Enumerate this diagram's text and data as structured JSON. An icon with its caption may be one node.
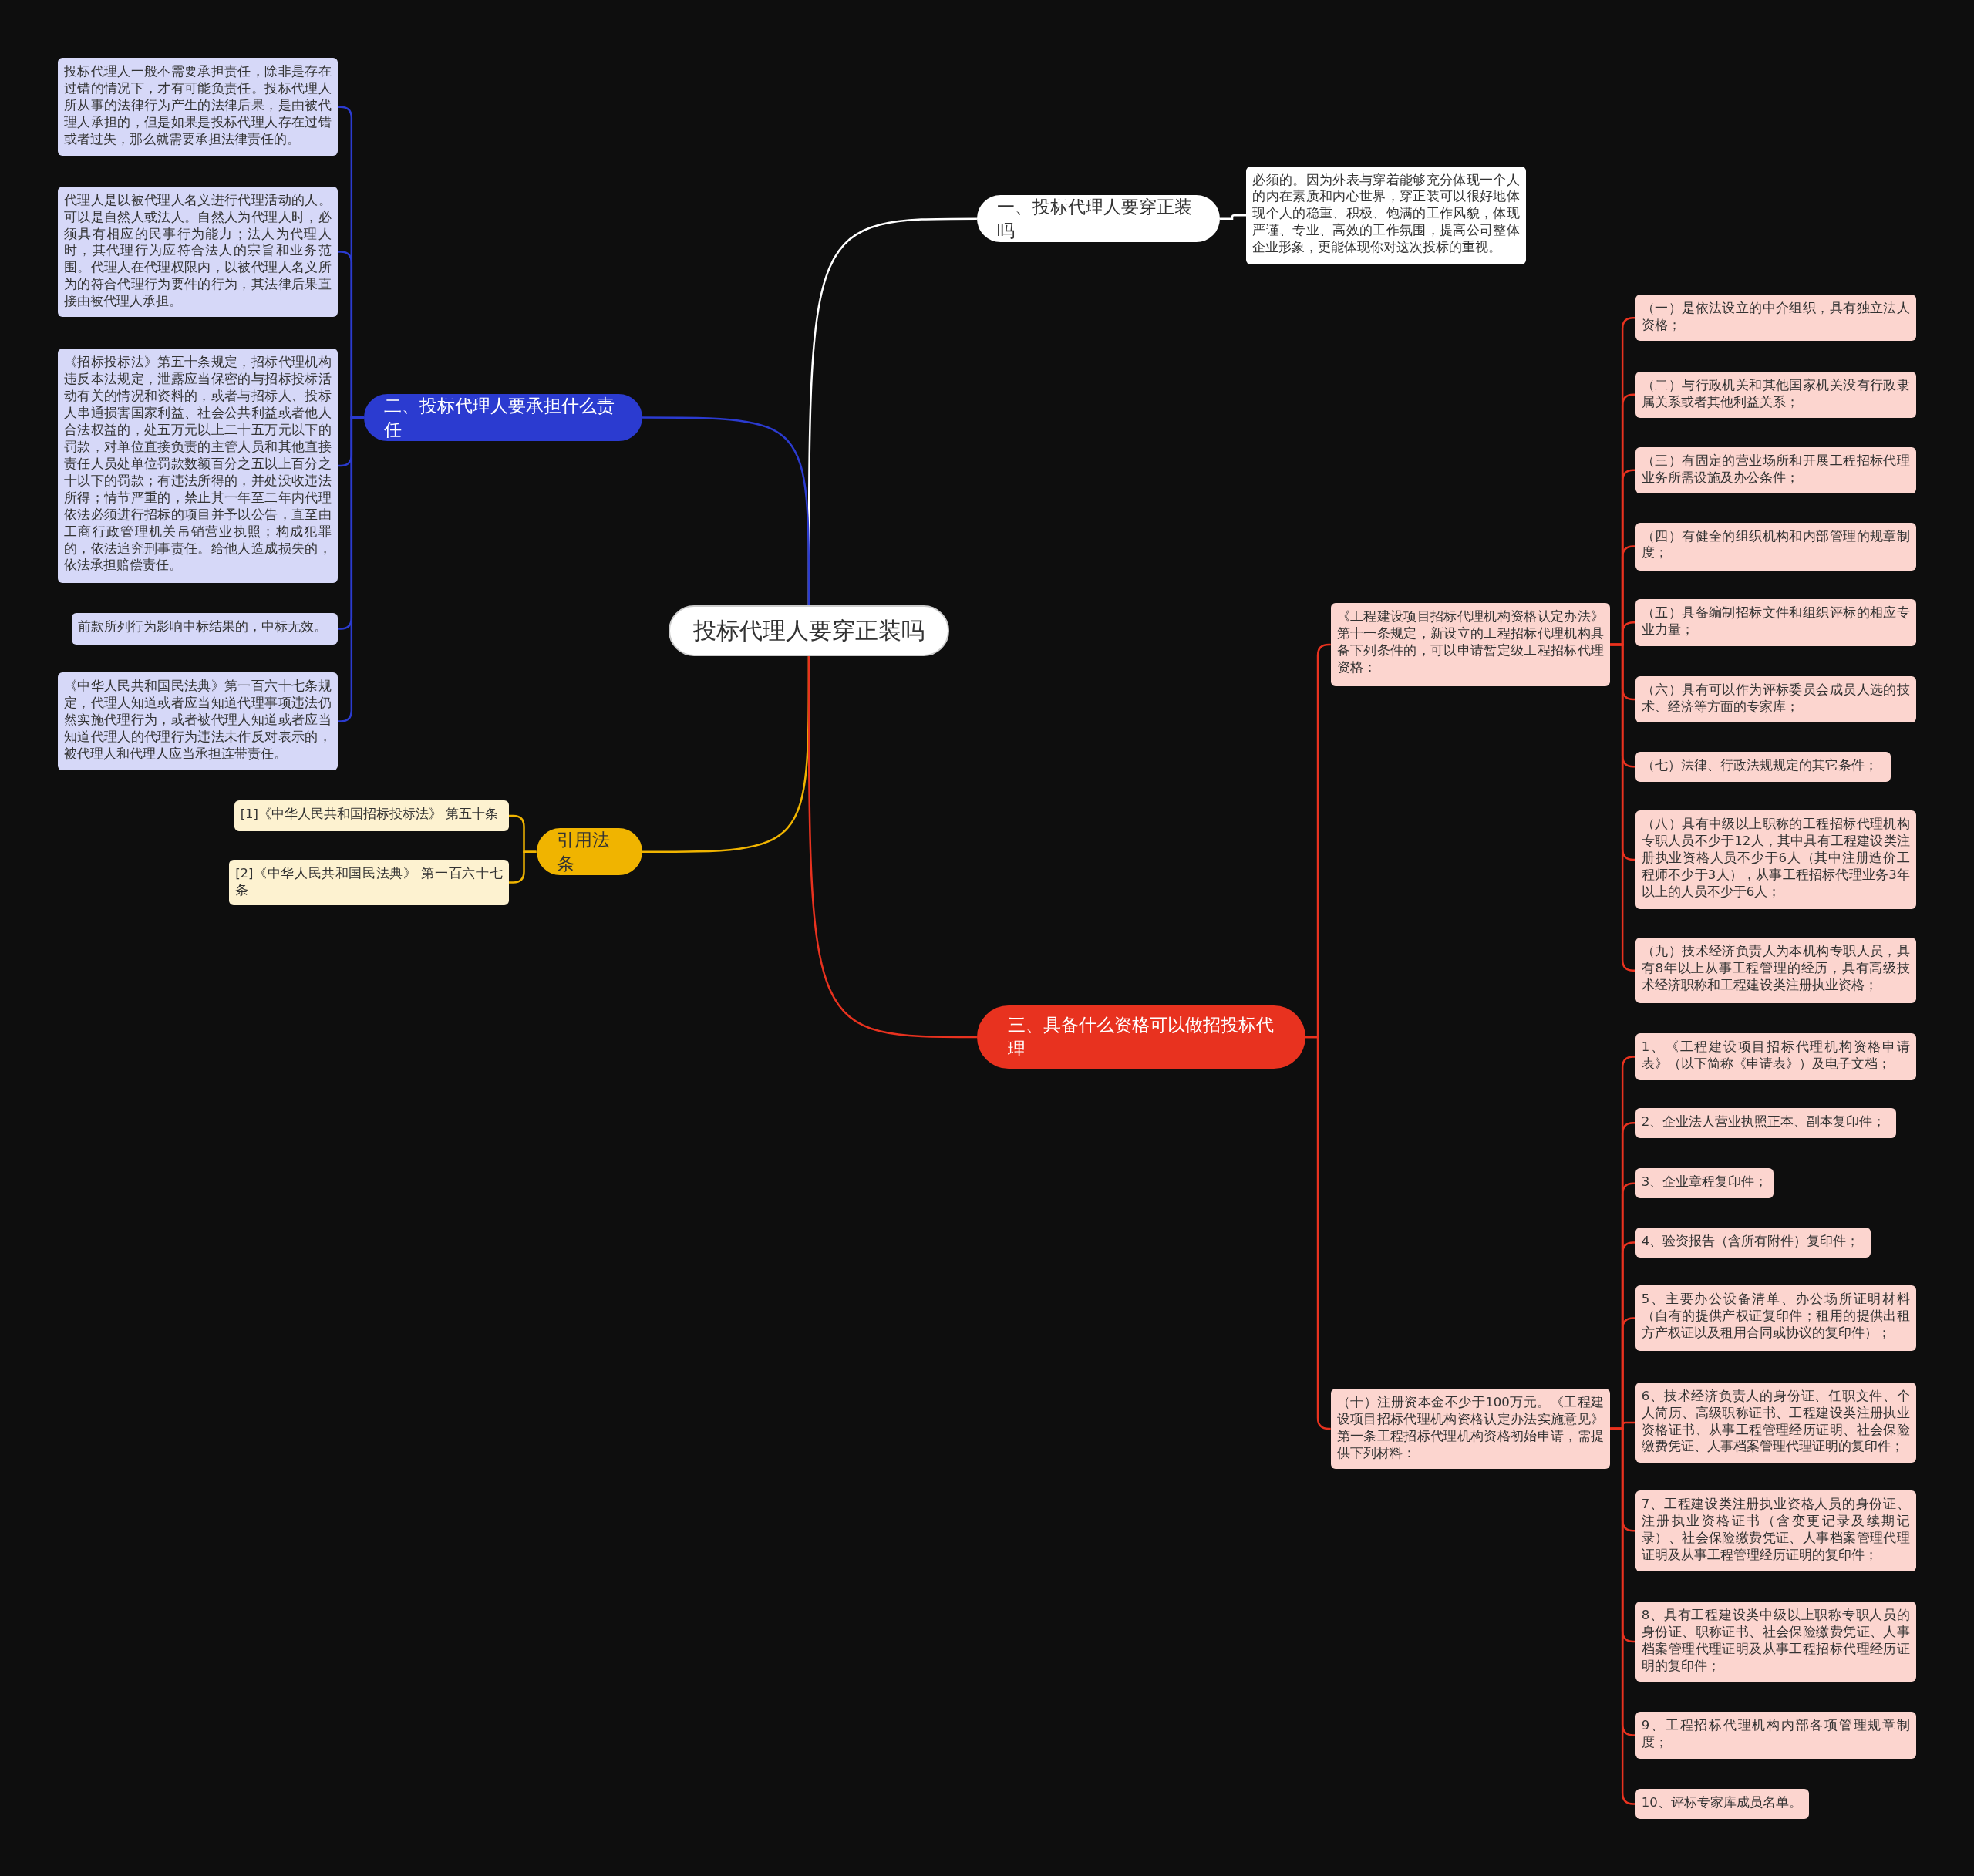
{
  "diagram": {
    "nodes": [
      {
        "text": [
          "投标代理人要穿正装吗"
        ]
      },
      {
        "text": [
          "一、投标代理人要穿正装吗"
        ]
      },
      {
        "text": [
          "必须的。因为外表与穿着能够充分体现一个人的内在素质和内心世界，穿正装可以很好地体现个人的稳重、积极、饱满的工作风貌，体现严谨、专业、高效的工作氛围，提高公司整体企业形象，更能体现你对这次投标的重视。"
        ]
      },
      {
        "text": [
          "二、投标代理人要承担什么责任"
        ]
      },
      {
        "text": [
          "投标代理人一般不需要承担责任，除非是存在过错的情况下，才有可能负责任。投标代理人所从事的法律行为产生的法律后果，是由被代理人承担的，但是如果是投标代理人存在过错或者过失，那么就需要承担法律责任的。"
        ]
      },
      {
        "text": [
          "代理人是以被代理人名义进行代理活动的人。可以是自然人或法人。自然人为代理人时，必须具有相应的民事行为能力；法人为代理人时，其代理行为应符合法人的宗旨和业务范围。代理人在代理权限内，以被代理人名义所为的符合代理行为要件的行为，其法律后果直接由被代理人承担。"
        ]
      },
      {
        "text": [
          "《招标投标法》第五十条规定，招标代理机构违反本法规定，泄露应当保密的与招标投标活动有关的情况和资料的，或者与招标人、投标人串通损害国家利益、社会公共利益或者他人合法权益的，处五万元以上二十五万元以下的罚款，对单位直接负责的主管人员和其他直接责任人员处单位罚款数额百分之五以上百分之十以下的罚款；有违法所得的，并处没收违法所得；情节严重的，禁止其一年至二年内代理依法必须进行招标的项目并予以公告，直至由工商行政管理机关吊销营业执照；构成犯罪的，依法追究刑事责任。给他人造成损失的，依法承担赔偿责任。"
        ]
      },
      {
        "text": [
          "前款所列行为影响中标结果的，中标无效。"
        ]
      },
      {
        "text": [
          "《中华人民共和国民法典》第一百六十七条规定，代理人知道或者应当知道代理事项违法仍然实施代理行为，或者被代理人知道或者应当知道代理人的代理行为违法未作反对表示的，被代理人和代理人应当承担连带责任。"
        ]
      },
      {
        "text": [
          "引用法条"
        ]
      },
      {
        "text": [
          "[1]《中华人民共和国招标投标法》 第五十条"
        ]
      },
      {
        "text": [
          "[2]《中华人民共和国民法典》 第一百六十七条"
        ]
      },
      {
        "text": [
          "三、具备什么资格可以做招投标代理"
        ]
      },
      {
        "text": [
          "《工程建设项目招标代理机构资格认定办法》第十一条规定，新设立的工程招标代理机构具备下列条件的，可以申请暂定级工程招标代理资格："
        ]
      },
      {
        "text": [
          "（一）是依法设立的中介组织，具有独立法人资格；"
        ]
      },
      {
        "text": [
          "（二）与行政机关和其他国家机关没有行政隶属关系或者其他利益关系；"
        ]
      },
      {
        "text": [
          "（三）有固定的营业场所和开展工程招标代理业务所需设施及办公条件；"
        ]
      },
      {
        "text": [
          "（四）有健全的组织机构和内部管理的规章制度；"
        ]
      },
      {
        "text": [
          "（五）具备编制招标文件和组织评标的相应专业力量；"
        ]
      },
      {
        "text": [
          "（六）具有可以作为评标委员会成员人选的技术、经济等方面的专家库；"
        ]
      },
      {
        "text": [
          "（七）法律、行政法规规定的其它条件；"
        ]
      },
      {
        "text": [
          "（八）具有中级以上职称的工程招标代理机构专职人员不少于12人，其中具有工程建设类注册执业资格人员不少于6人（其中注册造价工程师不少于3人），从事工程招标代理业务3年以上的人员不少于6人；"
        ]
      },
      {
        "text": [
          "（九）技术经济负责人为本机构专职人员，具有8年以上从事工程管理的经历，具有高级技术经济职称和工程建设类注册执业资格；"
        ]
      },
      {
        "text": [
          "（十）注册资本金不少于100万元。《工程建设项目招标代理机构资格认定办法实施意见》第一条工程招标代理机构资格初始申请，需提供下列材料："
        ]
      },
      {
        "text": [
          "1、《工程建设项目招标代理机构资格申请表》（以下简称《申请表》）及电子文档；"
        ]
      },
      {
        "text": [
          "2、企业法人营业执照正本、副本复印件；"
        ]
      },
      {
        "text": [
          "3、企业章程复印件；"
        ]
      },
      {
        "text": [
          "4、验资报告（含所有附件）复印件；"
        ]
      },
      {
        "text": [
          "5、主要办公设备清单、办公场所证明材料（自有的提供产权证复印件；租用的提供出租方产权证以及租用合同或协议的复印件）；"
        ]
      },
      {
        "text": [
          "6、技术经济负责人的身份证、任职文件、个人简历、高级职称证书、工程建设类注册执业资格证书、从事工程管理经历证明、社会保险缴费凭证、人事档案管理代理证明的复印件；"
        ]
      },
      {
        "text": [
          "7、工程建设类注册执业资格人员的身份证、注册执业资格证书（含变更记录及续期记录）、社会保险缴费凭证、人事档案管理代理证明及从事工程管理经历证明的复印件；"
        ]
      },
      {
        "text": [
          "8、具有工程建设类中级以上职称专职人员的身份证、职称证书、社会保险缴费凭证、人事档案管理代理证明及从事工程招标代理经历证明的复印件；"
        ]
      },
      {
        "text": [
          "9、工程招标代理机构内部各项管理规章制度；"
        ]
      },
      {
        "text": [
          "10、评标专家库成员名单。"
        ]
      }
    ],
    "edges": [
      {
        "from": 0,
        "to": 1,
        "arrow": "none",
        "color": "#ffffff"
      },
      {
        "from": 1,
        "to": 2,
        "arrow": "none",
        "color": "#ffffff"
      },
      {
        "from": 0,
        "to": 3,
        "arrow": "none",
        "color": "#2b3bd0"
      },
      {
        "from": 3,
        "to": 4,
        "arrow": "none",
        "color": "#2b3bd0"
      },
      {
        "from": 3,
        "to": 5,
        "arrow": "none",
        "color": "#2b3bd0"
      },
      {
        "from": 3,
        "to": 6,
        "arrow": "none",
        "color": "#2b3bd0"
      },
      {
        "from": 3,
        "to": 7,
        "arrow": "none",
        "color": "#2b3bd0"
      },
      {
        "from": 3,
        "to": 8,
        "arrow": "none",
        "color": "#2b3bd0"
      },
      {
        "from": 0,
        "to": 9,
        "arrow": "none",
        "color": "#f0b400"
      },
      {
        "from": 9,
        "to": 10,
        "arrow": "none",
        "color": "#f0b400"
      },
      {
        "from": 9,
        "to": 11,
        "arrow": "none",
        "color": "#f0b400"
      },
      {
        "from": 0,
        "to": 12,
        "arrow": "none"
      },
      {
        "from": 12,
        "to": 13,
        "arrow": "none"
      },
      {
        "from": 13,
        "to": 14,
        "arrow": "none"
      },
      {
        "from": 13,
        "to": 15,
        "arrow": "none"
      },
      {
        "from": 13,
        "to": 16,
        "arrow": "none"
      },
      {
        "from": 13,
        "to": 17,
        "arrow": "none"
      },
      {
        "from": 13,
        "to": 18,
        "arrow": "none"
      },
      {
        "from": 13,
        "to": 19,
        "arrow": "none"
      },
      {
        "from": 13,
        "to": 20,
        "arrow": "none"
      },
      {
        "from": 13,
        "to": 21,
        "arrow": "none"
      },
      {
        "from": 13,
        "to": 22,
        "arrow": "none"
      },
      {
        "from": 12,
        "to": 23,
        "arrow": "none"
      },
      {
        "from": 23,
        "to": 24,
        "arrow": "none"
      },
      {
        "from": 23,
        "to": 25,
        "arrow": "none"
      },
      {
        "from": 23,
        "to": 26,
        "arrow": "none"
      },
      {
        "from": 23,
        "to": 27,
        "arrow": "none"
      },
      {
        "from": 23,
        "to": 28,
        "arrow": "none"
      },
      {
        "from": 23,
        "to": 29,
        "arrow": "none"
      },
      {
        "from": 23,
        "to": 30,
        "arrow": "none"
      },
      {
        "from": 23,
        "to": 31,
        "arrow": "none"
      },
      {
        "from": 23,
        "to": 32,
        "arrow": "none"
      },
      {
        "from": 23,
        "to": 33,
        "arrow": "none"
      }
    ]
  }
}
